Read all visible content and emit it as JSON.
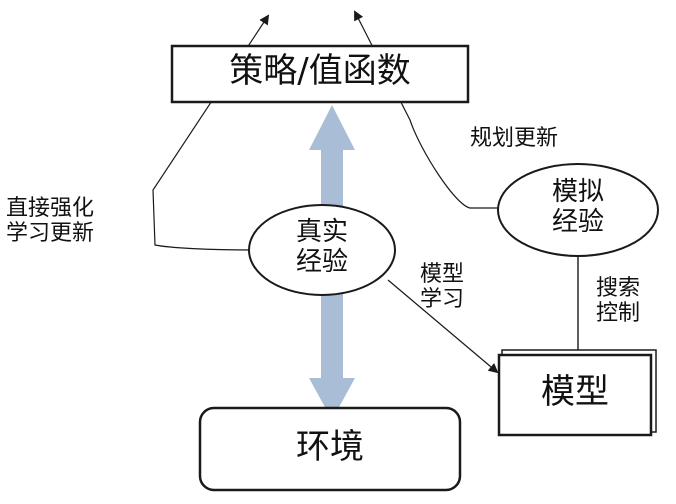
{
  "nodes": {
    "policy_value": "策略/值函数",
    "real_experience": "真实\n经验",
    "simulated_experience": "模拟\n经验",
    "model": "模型",
    "environment": "环境"
  },
  "edge_labels": {
    "direct_rl": "直接强化\n学习更新",
    "planning": "规划更新",
    "model_learning": "模型\n学习",
    "search_control": "搜索\n控制"
  },
  "colors": {
    "stroke": "#1a1a1a",
    "arrow_fill": "#a9bdd6",
    "background": "#ffffff"
  }
}
